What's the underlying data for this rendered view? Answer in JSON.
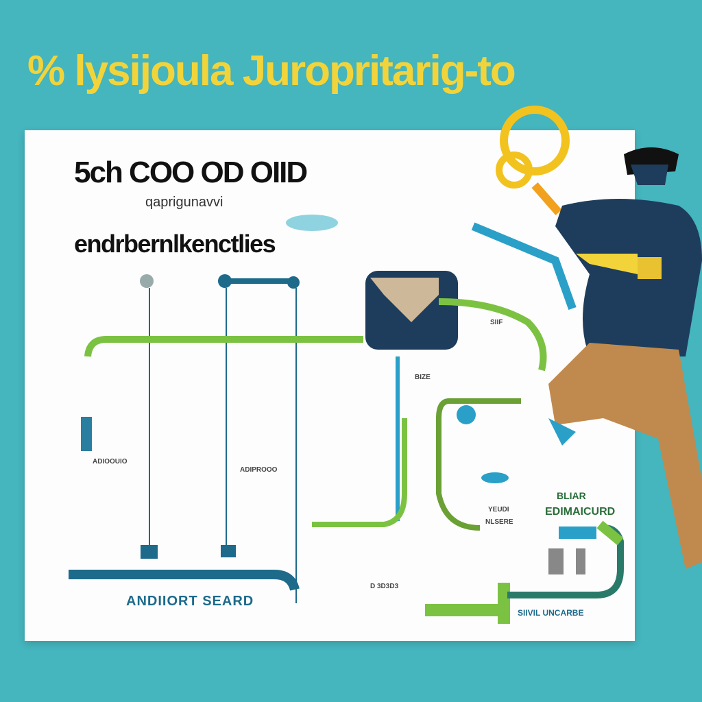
{
  "banner": {
    "title": "% lysijoula Juropritarig-to"
  },
  "board": {
    "heading": "5ch COO OD OIID",
    "subheading": "qaprigunavvi",
    "heading2": "endrbernlkenctlies",
    "bottom_label": "ANDIIORT SEARD",
    "right_label_top": "BLIAR",
    "right_label_main": "EDIMAICURD",
    "right_label_bottom": "SIIVIL UNCARBE",
    "mid_labels": [
      "SIIF",
      "BIZE",
      "ADIOOUIO",
      "ADIPROOO",
      "D 3D3D3",
      "YEUDI",
      "NLSERE"
    ]
  },
  "colors": {
    "background": "#45b5be",
    "title": "#f2d43a",
    "pipe_green": "#7cc242",
    "pipe_blue": "#1d6a8a",
    "shirt": "#1e3d5c",
    "pants": "#c08a4e"
  }
}
